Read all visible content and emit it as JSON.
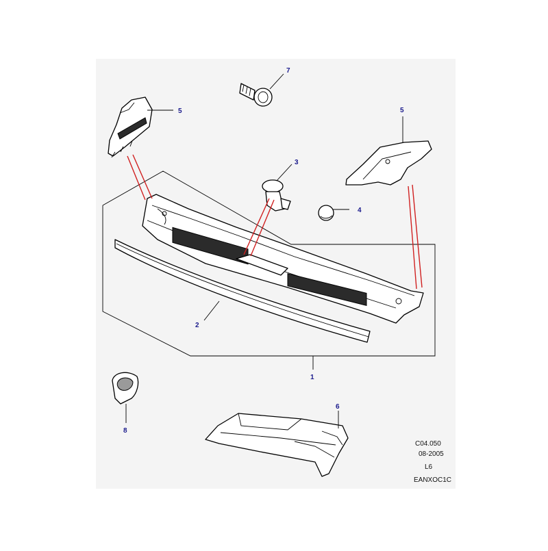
{
  "colors": {
    "page_background": "#ffffff",
    "panel_background": "#f4f4f4",
    "callout_numbers": "#1a1a8c",
    "line_work": "#000000",
    "red_links": "#d02020"
  },
  "callouts": {
    "c1": "1",
    "c2": "2",
    "c3": "3",
    "c4": "4",
    "c5_left": "5",
    "c5_right": "5",
    "c6": "6",
    "c7": "7",
    "c8": "8"
  },
  "info": {
    "code": "C04.050",
    "date": "08-2005",
    "model": "L6",
    "ref": "EANXOC1C"
  }
}
